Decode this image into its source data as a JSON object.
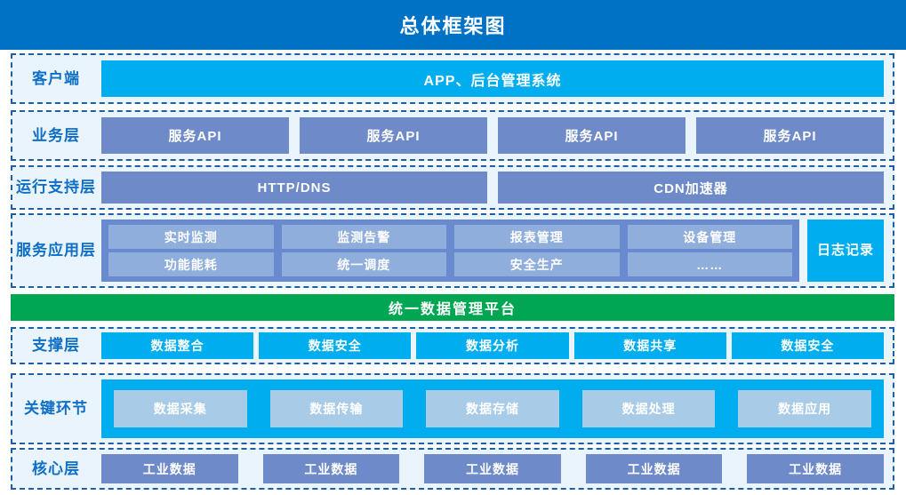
{
  "title": "总体框架图",
  "colors": {
    "title_bar": "#0072C6",
    "cyan": "#00AEEF",
    "indigo": "#6E8AC8",
    "indigo_light": "#8FAEDC",
    "steel": "#A8CBE8",
    "green": "#00A651",
    "layer_background": "#E9F4FC",
    "layer_border": "#1F5FA8",
    "label_text": "#0F6FC6"
  },
  "layers": {
    "client": {
      "label": "客户端",
      "items": [
        "APP、后台管理系统"
      ]
    },
    "business": {
      "label": "业务层",
      "items": [
        "服务API",
        "服务API",
        "服务API",
        "服务API"
      ]
    },
    "runtime": {
      "label": "运行支持层",
      "items": [
        "HTTP/DNS",
        "CDN加速器"
      ]
    },
    "service": {
      "label": "服务应用层",
      "row1": [
        "实时监测",
        "监测告警",
        "报表管理",
        "设备管理"
      ],
      "row2": [
        "功能能耗",
        "统一调度",
        "安全生产",
        "……"
      ],
      "log": "日志记录"
    },
    "platform": {
      "label": "统一数据管理平台"
    },
    "support": {
      "label": "支撑层",
      "items": [
        "数据整合",
        "数据安全",
        "数据分析",
        "数据共享",
        "数据安全"
      ]
    },
    "keylink": {
      "label": "关键环节",
      "items": [
        "数据采集",
        "数据传输",
        "数据存储",
        "数据处理",
        "数据应用"
      ]
    },
    "core": {
      "label": "核心层",
      "items": [
        "工业数据",
        "工业数据",
        "工业数据",
        "工业数据",
        "工业数据"
      ]
    }
  }
}
